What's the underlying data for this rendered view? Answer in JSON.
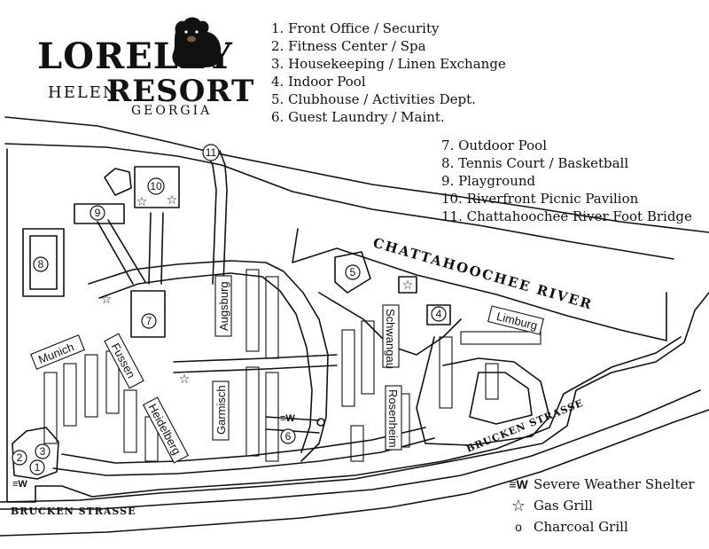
{
  "logo": {
    "name_line": "LORELEY",
    "city": "HELEN",
    "resort": "RESORT",
    "state": "GEORGIA",
    "mascot_icon": "black-bear-icon"
  },
  "amenities_top": [
    "1. Front Office / Security",
    "2. Fitness Center / Spa",
    "3. Housekeeping / Linen Exchange",
    "4. Indoor Pool",
    "5. Clubhouse / Activities Dept.",
    "6. Guest Laundry / Maint."
  ],
  "amenities_right": [
    "7. Outdoor Pool",
    "8. Tennis Court / Basketball",
    "9. Playground",
    "10. Riverfront Picnic Pavilion",
    "11. Chattahoochee River Foot Bridge"
  ],
  "map_labels": {
    "river": "CHATTAHOOCHEE RIVER",
    "street_south": "BRUCKEN STRASSE",
    "street_east": "BRUCKEN STRASSE"
  },
  "buildings": [
    "Munich",
    "Fussen",
    "Heidelberg",
    "Augsburg",
    "Garmisch",
    "Schwangau",
    "Rosenheim",
    "Limburg"
  ],
  "markers": [
    "1",
    "2",
    "3",
    "4",
    "5",
    "6",
    "7",
    "8",
    "9",
    "10",
    "11"
  ],
  "map_symbols": {
    "shelter": "≡W",
    "gas_grill": "☆",
    "charcoal_grill": "o"
  },
  "key": {
    "shelter_symbol": "≡W",
    "shelter_label": "Severe Weather Shelter",
    "gas_symbol": "☆",
    "gas_label": "Gas Grill",
    "charcoal_symbol": "o",
    "charcoal_label": "Charcoal Grill"
  }
}
